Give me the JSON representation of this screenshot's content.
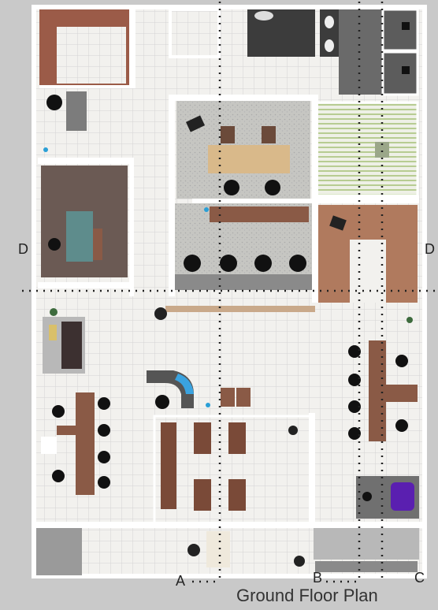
{
  "caption": "Ground Floor Plan",
  "axis_labels": {
    "a": "A",
    "b": "B",
    "c": "C",
    "d_left": "D",
    "d_right": "D"
  },
  "colors": {
    "background": "#c9c9c9",
    "wall": "#ffffff",
    "floor_tile": "#f2f1ee",
    "grid": "#d4d4d4",
    "wood": "#8a5a46",
    "terracotta": "#b07a5e",
    "carpet_dark": "#6b5a54",
    "carpet_grey": "#c6c6c2",
    "dark_room": "#3c3c3c",
    "chair": "#111111",
    "accent_blue": "#3aa3e0",
    "accent_purple": "#5a1fb0",
    "green_stripes": "#b7cc92",
    "teal_table": "#5e8c8c",
    "desk_light": "#d9b98a"
  }
}
